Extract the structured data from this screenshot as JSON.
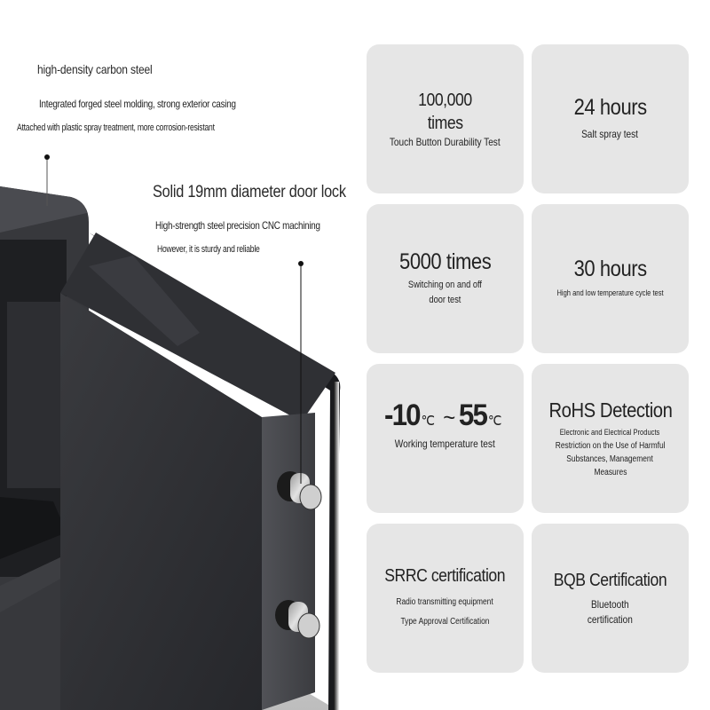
{
  "annotations": {
    "material": {
      "title": "high-density carbon steel",
      "line1": "Integrated forged steel molding, strong exterior casing",
      "line2": "Attached with plastic spray treatment, more corrosion-resistant"
    },
    "lock": {
      "title": "Solid 19mm diameter door lock",
      "line1": "High-strength steel precision CNC machining",
      "line2": "However, it is sturdy and reliable"
    }
  },
  "cards": [
    {
      "headline": "100,000",
      "headline2": "times",
      "sub": "Touch Button Durability Test"
    },
    {
      "headline": "24 hours",
      "sub": "Salt spray test"
    },
    {
      "headline": "5000 times",
      "sub": "Switching on and off",
      "sub2": "door test"
    },
    {
      "headline": "30 hours",
      "sub": "High and low temperature cycle test"
    },
    {
      "temp_low": "-10",
      "temp_high": "55",
      "unit": "℃",
      "tilde": "~",
      "sub": "Working temperature test"
    },
    {
      "headline": "RoHS Detection",
      "sub": "Electronic and Electrical Products",
      "sub2": "Restriction on the Use of Harmful",
      "sub3": "Substances, Management",
      "sub4": "Measures"
    },
    {
      "headline": "SRRC certification",
      "sub": "Radio transmitting equipment",
      "sub2": "Type Approval Certification"
    },
    {
      "headline": "BQB Certification",
      "sub": "Bluetooth",
      "sub2": "certification"
    }
  ],
  "colors": {
    "card_bg": "#e6e6e6",
    "safe_body": "#2e2f33",
    "text": "#222222"
  }
}
